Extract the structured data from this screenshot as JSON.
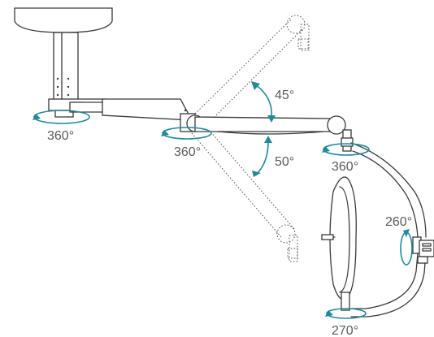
{
  "labels": {
    "ceiling_rotation": "360°",
    "joint_rotation": "360°",
    "arm_up_angle": "45°",
    "arm_down_angle": "50°",
    "elbow_rotation": "360°",
    "head_vertical_rotation": "260°",
    "head_bottom_rotation": "270°"
  },
  "colors": {
    "rotation_arrow": "#1d8a9e",
    "line": "#3a3a3a",
    "label_text": "#5a5a5a"
  }
}
